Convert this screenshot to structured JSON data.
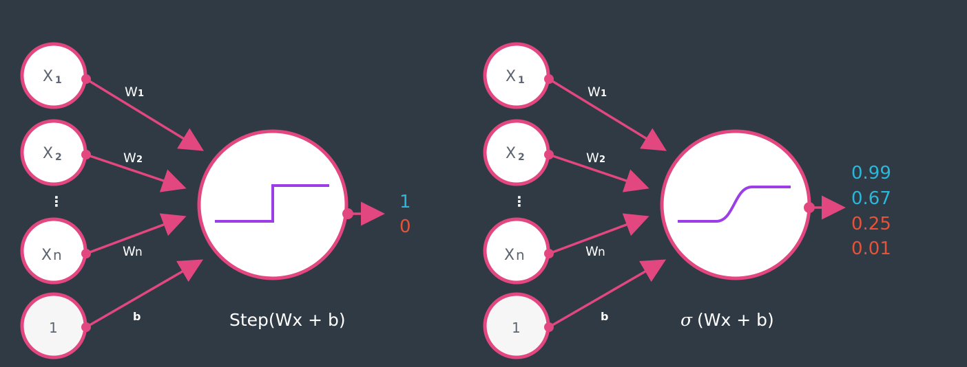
{
  "colors": {
    "background": "#2f3a45",
    "node_stroke": "#e2477f",
    "node_fill": "#ffffff",
    "activation_curve": "#9b3ee8",
    "output_high": "#2bb7d9",
    "output_low": "#e5533b",
    "text": "#ffffff"
  },
  "perceptron": {
    "inputs": [
      {
        "main": "X",
        "sub": "1"
      },
      {
        "main": "X",
        "sub": "2"
      },
      {
        "main": "X",
        "sub": "n"
      },
      {
        "main": "1",
        "sub": ""
      }
    ],
    "vdots": "⋮",
    "weights": [
      {
        "main": "W",
        "sub": "1"
      },
      {
        "main": "W",
        "sub": "2"
      },
      {
        "main": "W",
        "sub": "n"
      },
      {
        "main": "b",
        "sub": ""
      }
    ],
    "formula": "Step(Wx + b)",
    "outputs": [
      {
        "value": "1",
        "color": "#2bb7d9"
      },
      {
        "value": "0",
        "color": "#e5533b"
      }
    ]
  },
  "sigmoid_neuron": {
    "inputs": [
      {
        "main": "X",
        "sub": "1"
      },
      {
        "main": "X",
        "sub": "2"
      },
      {
        "main": "X",
        "sub": "n"
      },
      {
        "main": "1",
        "sub": ""
      }
    ],
    "vdots": "⋮",
    "weights": [
      {
        "main": "W",
        "sub": "1"
      },
      {
        "main": "W",
        "sub": "2"
      },
      {
        "main": "W",
        "sub": "n"
      },
      {
        "main": "b",
        "sub": ""
      }
    ],
    "formula_symbol": "σ",
    "formula": "(Wx + b)",
    "outputs": [
      {
        "value": "0.99",
        "color": "#2bb7d9"
      },
      {
        "value": "0.67",
        "color": "#2bb7d9"
      },
      {
        "value": "0.25",
        "color": "#e5533b"
      },
      {
        "value": "0.01",
        "color": "#e5533b"
      }
    ]
  }
}
